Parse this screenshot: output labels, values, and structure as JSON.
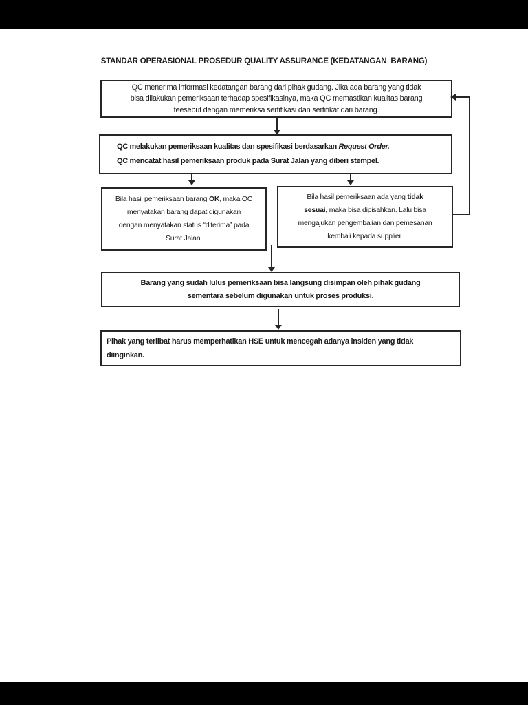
{
  "page": {
    "title": "STANDAR OPERASIONAL PROSEDUR QUALITY ASSURANCE (KEDATANGAN  BARANG)"
  },
  "colors": {
    "letterbox": "#000000",
    "page_background": "#ffffff",
    "line_and_border": "#262626",
    "text": "#1b1b1b"
  },
  "flowchart": {
    "boxes": {
      "receive": {
        "lines": [
          [
            {
              "t": "QC menerima informasi kedatangan barang dari pihak gudang. Jika ada barang yang tidak"
            }
          ],
          [
            {
              "t": "bisa dilakukan pemeriksaan terhadap spesifikasinya, maka QC memastikan kualitas barang"
            }
          ],
          [
            {
              "t": "teesebut dengan memeriksa sertifikasi dan sertifikat dari barang."
            }
          ]
        ]
      },
      "inspect": {
        "lines": [
          [
            {
              "t": "QC melakukan pemeriksaan kualitas dan spesifikasi berdasarkan "
            },
            {
              "t": "Request Order.",
              "i": true
            }
          ],
          [
            {
              "t": "QC mencatat hasil pemeriksaan produk pada Surat Jalan yang diberi stempel."
            }
          ]
        ]
      },
      "accept": {
        "lines": [
          [
            {
              "t": "Bila hasil pemeriksaan barang  "
            },
            {
              "t": "OK",
              "b": true
            },
            {
              "t": ", maka QC"
            }
          ],
          [
            {
              "t": "menyatakan barang dapat digunakan"
            }
          ],
          [
            {
              "t": "dengan menyatakan status “diterima” pada"
            }
          ],
          [
            {
              "t": "Surat Jalan."
            }
          ]
        ]
      },
      "reject": {
        "lines": [
          [
            {
              "t": "Bila hasil pemeriksaan ada yang "
            },
            {
              "t": "tidak",
              "b": true
            }
          ],
          [
            {
              "t": "sesuai,",
              "b": true
            },
            {
              "t": "  maka bisa dipisahkan. Lalu bisa"
            }
          ],
          [
            {
              "t": "mengajukan pengembalian dan pemesanan"
            }
          ],
          [
            {
              "t": "kembali kepada supplier."
            }
          ]
        ]
      },
      "store": {
        "lines": [
          [
            {
              "t": "Barang yang sudah lulus pemeriksaan bisa langsung disimpan oleh pihak gudang"
            }
          ],
          [
            {
              "t": "sementara sebelum digunakan untuk proses produksi."
            }
          ]
        ]
      },
      "hse": {
        "lines": [
          [
            {
              "t": "Pihak yang terlibat harus memperhatikan HSE untuk mencegah adanya insiden yang tidak"
            }
          ],
          [
            {
              "t": "diinginkan."
            }
          ]
        ]
      }
    }
  }
}
